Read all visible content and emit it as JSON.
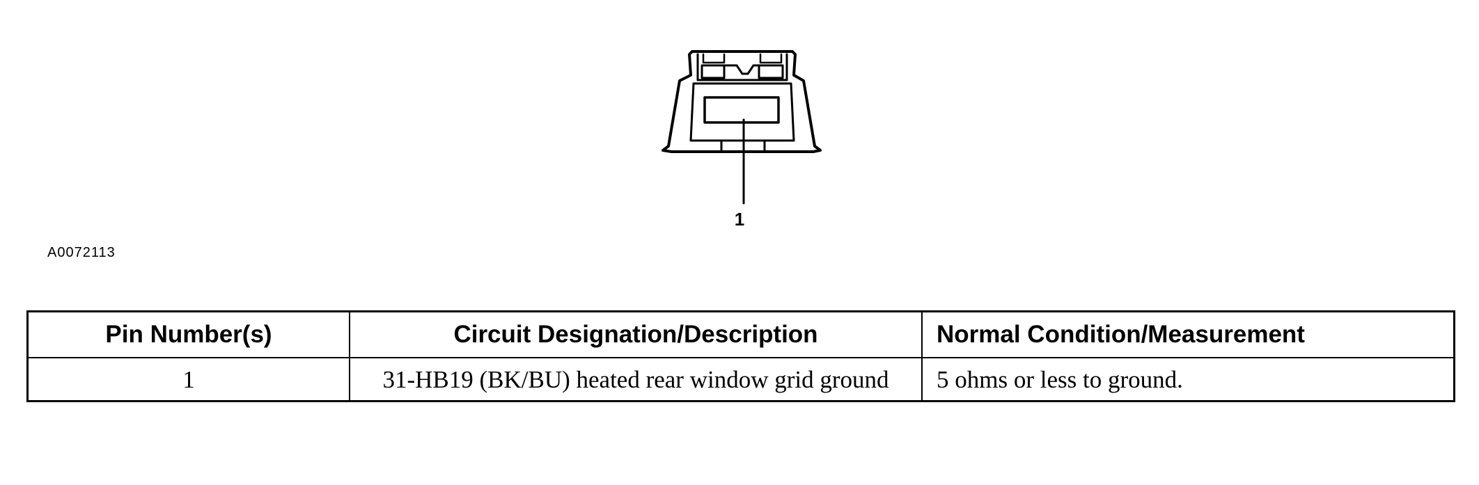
{
  "diagram": {
    "callout_label": "1",
    "figure_id": "A0072113"
  },
  "table": {
    "headers": [
      "Pin Number(s)",
      "Circuit Designation/Description",
      "Normal Condition/Measurement"
    ],
    "rows": [
      {
        "pin": "1",
        "circuit": "31-HB19 (BK/BU) heated rear window grid ground",
        "condition": "5 ohms or less to ground."
      }
    ]
  }
}
